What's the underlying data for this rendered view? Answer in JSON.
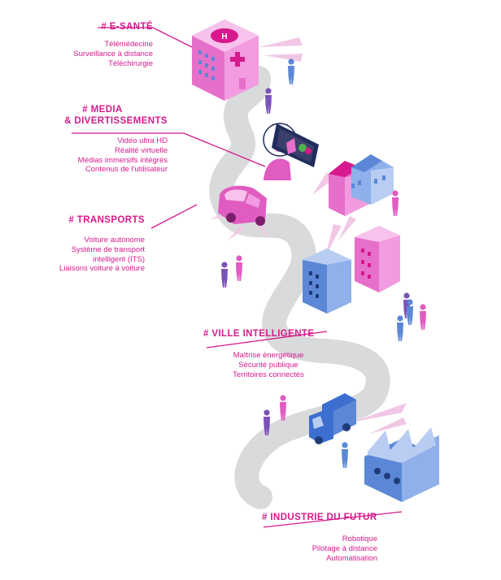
{
  "colors": {
    "accent": "#d6198c",
    "road": "#d9dadc",
    "magenta": "#e05cc0",
    "blue": "#5b87d6",
    "purple": "#7b52b8"
  },
  "sections": [
    {
      "id": "esante",
      "title": "# E-SANTÉ",
      "items": [
        "Télémédecine",
        "Surveillance à distance",
        "Téléchirurgie"
      ]
    },
    {
      "id": "media",
      "title_lines": [
        "# MEDIA",
        "& DIVERTISSEMENTS"
      ],
      "items": [
        "Vidéo ultra HD",
        "Réalité virtuelle",
        "Médias immersifs intégrés",
        "Contenus de l'utilisateur"
      ]
    },
    {
      "id": "transports",
      "title": "# TRANSPORTS",
      "items": [
        "Voiture autonome",
        "Système de transport",
        "intelligent (ITS)",
        "Liaisons voiture à voiture"
      ]
    },
    {
      "id": "ville",
      "title": "# VILLE INTELLIGENTE",
      "items": [
        "Maîtrise énergétique",
        "Sécurité publique",
        "Territoires connectés"
      ]
    },
    {
      "id": "industrie",
      "title": "# INDUSTRIE DU FUTUR",
      "items": [
        "Robotique",
        "Pilotage à distance",
        "Automatisation"
      ]
    }
  ],
  "icons": [
    "hospital-icon",
    "tablet-user-icon",
    "houses-icon",
    "car-icon",
    "office-buildings-icon",
    "truck-icon",
    "factory-icon",
    "person-icon"
  ]
}
